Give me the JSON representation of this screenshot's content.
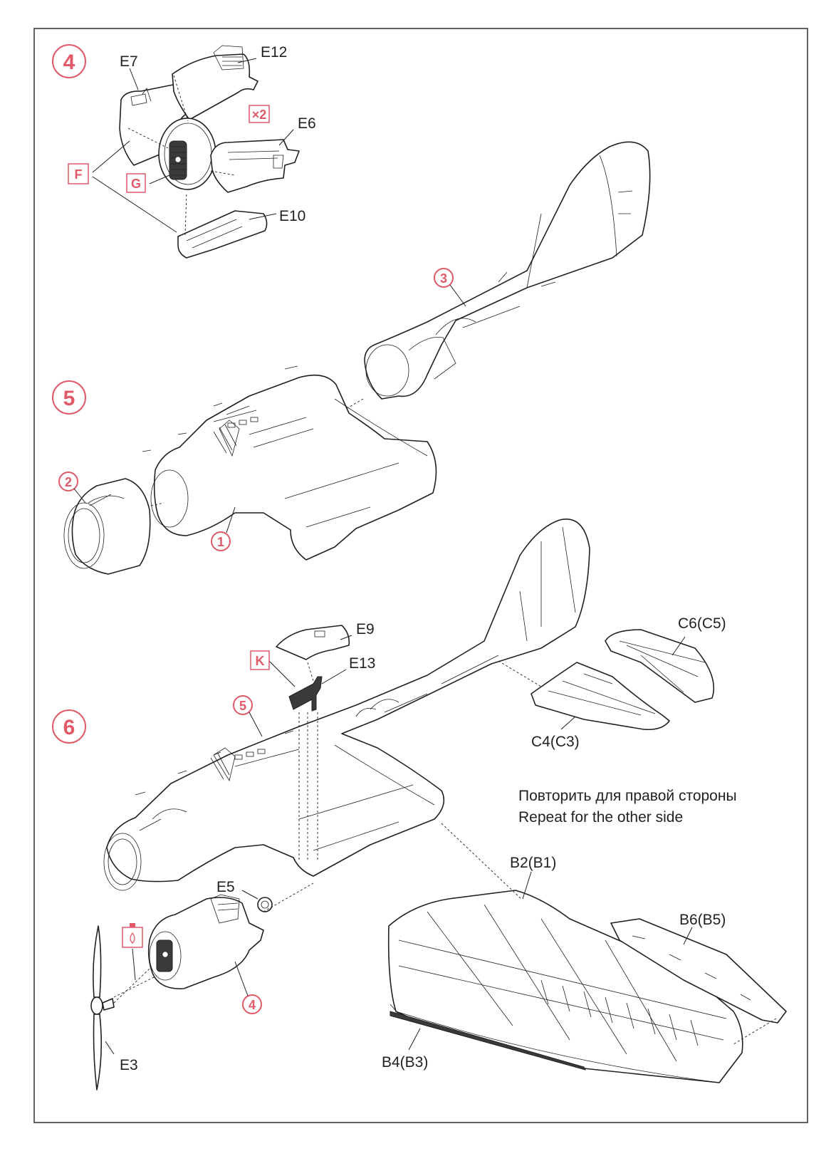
{
  "steps": {
    "s4": "4",
    "s5": "5",
    "s6": "6"
  },
  "sub_assemblies": {
    "a1": "1",
    "a2": "2",
    "a3": "3",
    "a4": "4",
    "a5": "5"
  },
  "boxed_letters": {
    "F": "F",
    "G": "G",
    "K": "K",
    "times_two": "×2"
  },
  "part_labels": {
    "E7": "E7",
    "E12": "E12",
    "E6": "E6",
    "E10": "E10",
    "E9": "E9",
    "E13": "E13",
    "E5": "E5",
    "E3": "E3",
    "C6C5": "C6(C5)",
    "C4C3": "C4(C3)",
    "B2B1": "B2(B1)",
    "B6B5": "B6(B5)",
    "B4B3": "B4(B3)"
  },
  "notes": {
    "repeat_ru": "Повторить для правой стороны",
    "repeat_en": "Repeat for the other side"
  },
  "colors": {
    "accent": "#e05a6a",
    "line": "#231f20",
    "paper": "#ffffff"
  }
}
